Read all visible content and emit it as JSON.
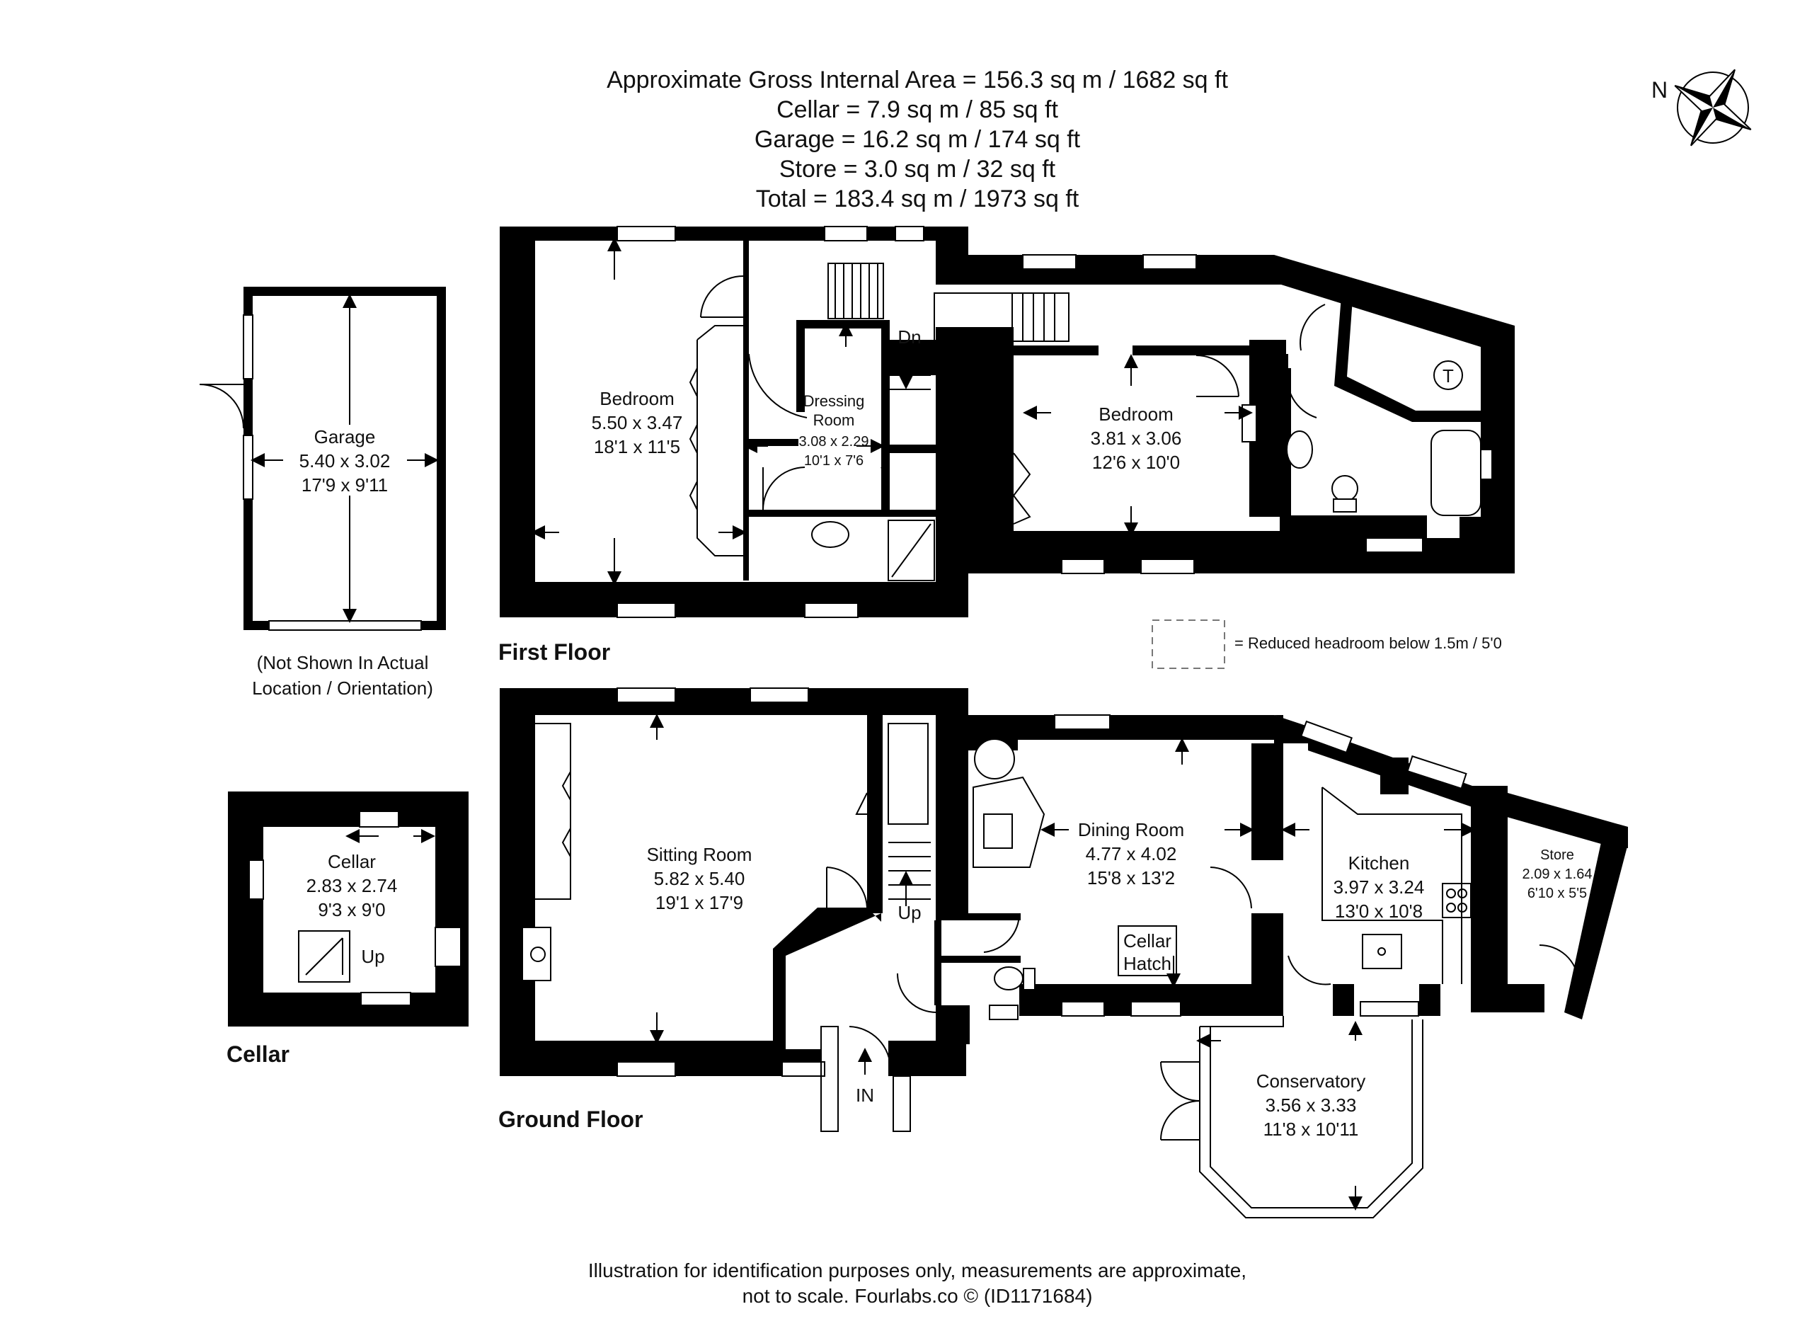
{
  "areas": [
    "Approximate Gross Internal Area = 156.3 sq m / 1682 sq ft",
    "Cellar = 7.9 sq m / 85 sq ft",
    "Garage = 16.2 sq m / 174 sq ft",
    "Store = 3.0 sq m / 32 sq ft",
    "Total = 183.4 sq m / 1973 sq ft"
  ],
  "compass": {
    "label": "N"
  },
  "legend": {
    "text": "= Reduced headroom below 1.5m / 5'0"
  },
  "floors": {
    "first": "First Floor",
    "ground": "Ground Floor",
    "cellar": "Cellar"
  },
  "garage": {
    "name": "Garage",
    "metric": "5.40 x 3.02",
    "imperial": "17'9 x 9'11",
    "note_line1": "(Not Shown In Actual",
    "note_line2": "Location / Orientation)"
  },
  "cellar": {
    "name": "Cellar",
    "metric": "2.83 x 2.74",
    "imperial": "9'3 x 9'0",
    "stair": "Up"
  },
  "first_floor": {
    "bedroom1": {
      "name": "Bedroom",
      "metric": "5.50 x 3.47",
      "imperial": "18'1 x 11'5"
    },
    "dressing": {
      "name1": "Dressing",
      "name2": "Room",
      "metric": "3.08 x 2.29",
      "imperial": "10'1 x 7'6"
    },
    "bedroom2": {
      "name": "Bedroom",
      "metric": "3.81 x 3.06",
      "imperial": "12'6 x 10'0"
    },
    "stair": "Dn",
    "tank": "T"
  },
  "ground_floor": {
    "sitting": {
      "name": "Sitting Room",
      "metric": "5.82 x 5.40",
      "imperial": "19'1 x 17'9"
    },
    "dining": {
      "name": "Dining Room",
      "metric": "4.77 x 4.02",
      "imperial": "15'8 x 13'2"
    },
    "kitchen": {
      "name": "Kitchen",
      "metric": "3.97 x 3.24",
      "imperial": "13'0 x 10'8"
    },
    "store": {
      "name": "Store",
      "metric": "2.09 x 1.64",
      "imperial": "6'10 x 5'5"
    },
    "conservatory": {
      "name": "Conservatory",
      "metric": "3.56 x 3.33",
      "imperial": "11'8 x 10'11"
    },
    "cellar_hatch1": "Cellar",
    "cellar_hatch2": "Hatch",
    "stair": "Up",
    "entrance": "IN"
  },
  "footer": [
    "Illustration for identification purposes only, measurements are approximate,",
    "not to scale. Fourlabs.co © (ID1171684)"
  ]
}
